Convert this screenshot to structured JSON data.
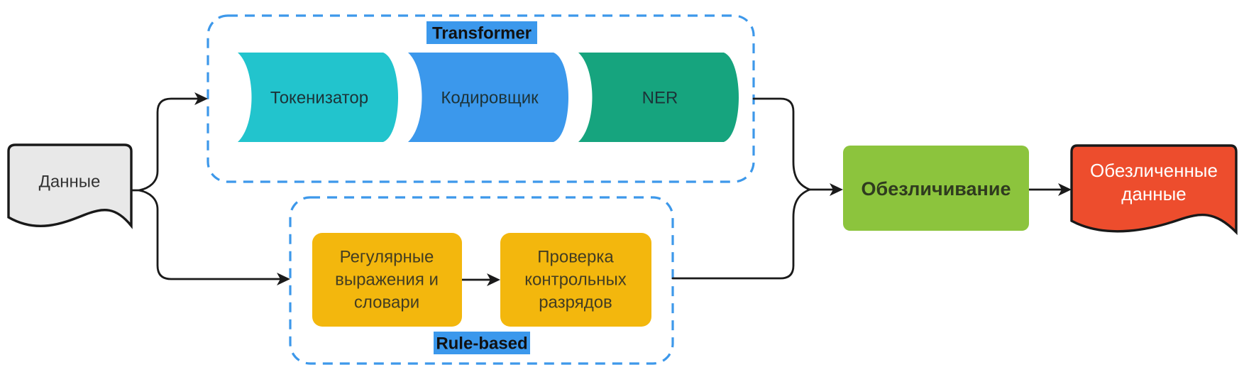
{
  "diagram": {
    "type": "flowchart-left-to-right",
    "background": "#ffffff",
    "colors": {
      "edge": "#1a1a1a",
      "container_border": "#3d98ea",
      "label_bg": "#3b98ec",
      "label_text": "#111111",
      "doc_fill": "#e8e8e8",
      "doc_border": "#191919",
      "doc_text": "#333333",
      "tokenizer_fill": "#22c4cd",
      "encoder_fill": "#3b98ec",
      "ner_fill": "#16a47e",
      "pipeline_text": "#1c3338",
      "rule_fill": "#f3b70d",
      "rule_text": "#433d22",
      "anonymization_fill": "#8cc43d",
      "anonymization_text": "#2f3b1f",
      "result_fill": "#ed4d2d",
      "result_border": "#191919",
      "result_text": "#ffffff"
    },
    "subgraphs": {
      "transformer": {
        "label": "Transformer"
      },
      "rule_based": {
        "label": "Rule-based"
      }
    },
    "nodes": {
      "source": {
        "label": "Данные"
      },
      "tokenizer": {
        "label": "Токенизатор"
      },
      "encoder": {
        "label": "Кодировщик"
      },
      "ner": {
        "label": "NER"
      },
      "regex": {
        "lines": [
          "Регулярные",
          "выражения и",
          "словари"
        ]
      },
      "check_digits": {
        "lines": [
          "Проверка",
          "контрольных",
          "разрядов"
        ]
      },
      "anonymization": {
        "label": "Обезличивание"
      },
      "result": {
        "lines": [
          "Обезличенные",
          "данные"
        ]
      }
    }
  }
}
